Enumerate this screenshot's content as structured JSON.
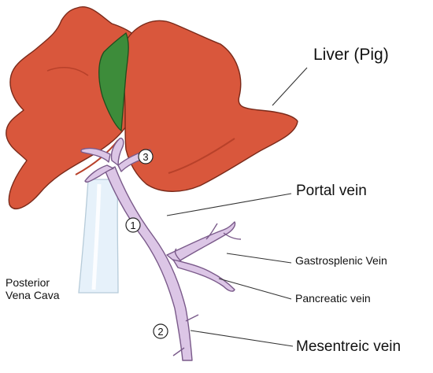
{
  "labels": {
    "liver": "Liver (Pig)",
    "portal_vein": "Portal vein",
    "gastrosplenic_vein": "Gastrosplenic Vein",
    "pancreatic_vein": "Pancreatic vein",
    "mesenteric_vein": "Mesentreic vein",
    "posterior_vena_cava_line1": "Posterior",
    "posterior_vena_cava_line2": "Vena Cava"
  },
  "markers": {
    "site_1": "1",
    "site_2": "2",
    "site_3": "3"
  },
  "colors": {
    "liver_fill": "#d9573c",
    "liver_shade": "#b8412a",
    "gallbladder": "#3d8c3a",
    "vein_fill": "#dcc6e6",
    "vein_outline": "#7a5a8a",
    "vena_cava": "#e6f1fa",
    "leader_line": "#333333"
  }
}
